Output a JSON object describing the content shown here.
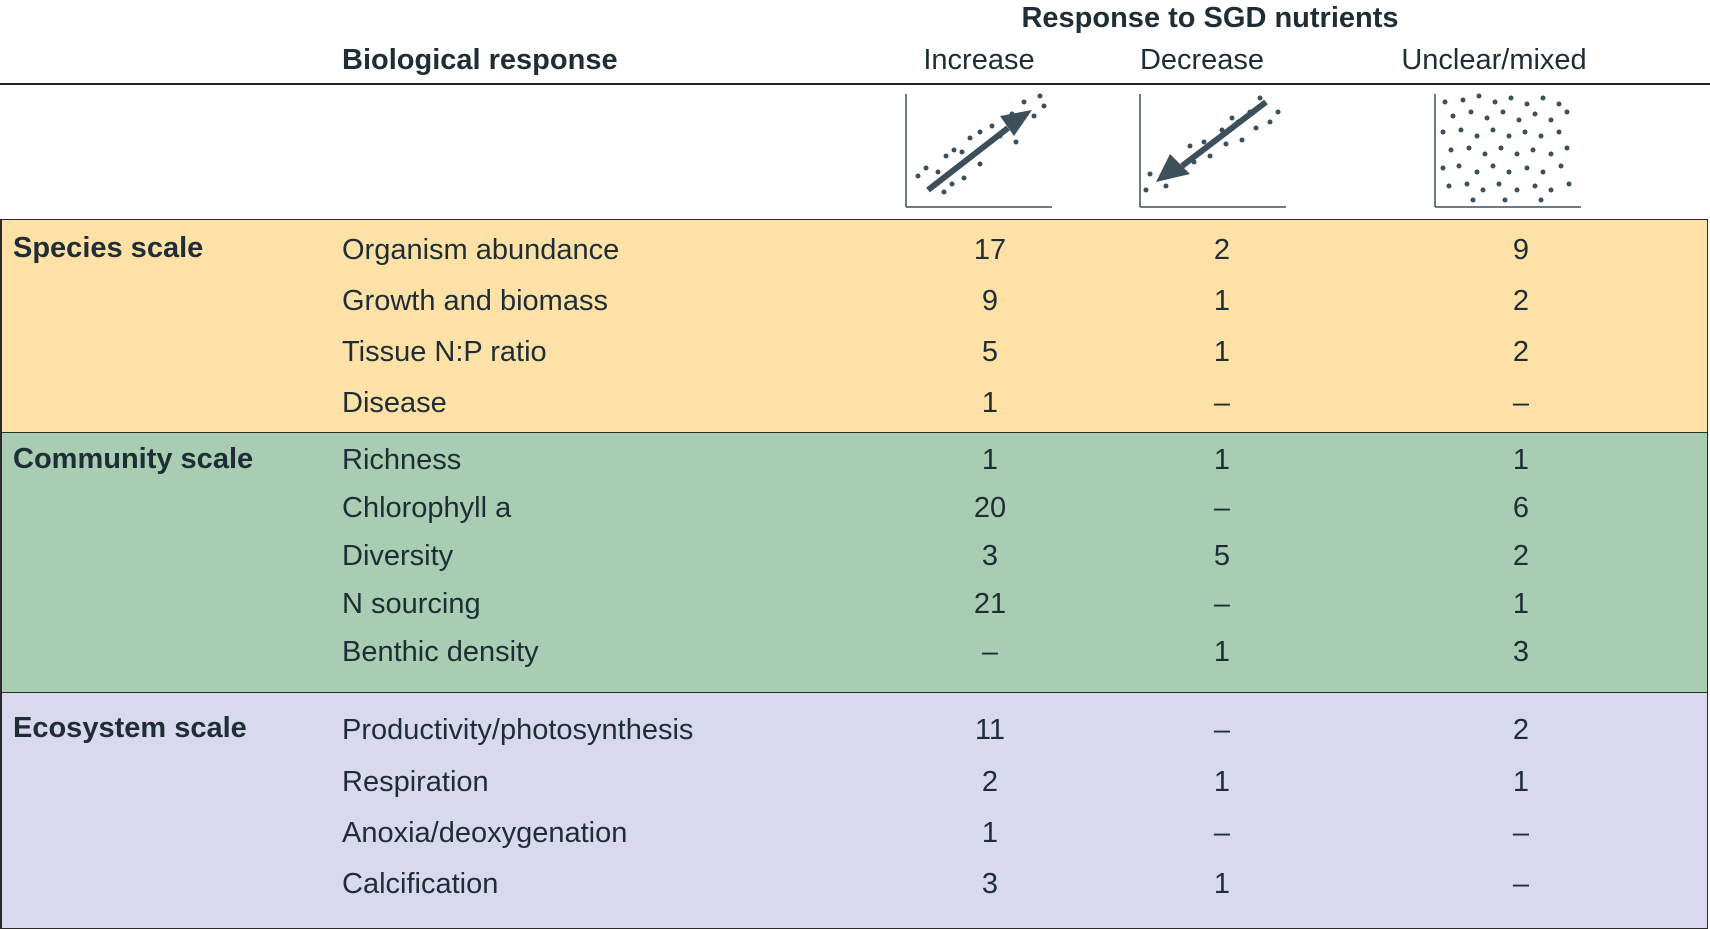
{
  "header": {
    "group_title": "Response to SGD nutrients",
    "biological_response": "Biological response",
    "columns": [
      "Increase",
      "Decrease",
      "Unclear/mixed"
    ],
    "icons": [
      "increase-trend-icon",
      "decrease-trend-icon",
      "scatter-mixed-icon"
    ]
  },
  "colors": {
    "species": "#fde1a6",
    "community": "#a8cdb2",
    "ecosystem": "#d8d8ee",
    "ink": "#3d4f5a"
  },
  "sections": [
    {
      "label": "Species scale",
      "rows": [
        {
          "name": "Organism abundance",
          "increase": "17",
          "decrease": "2",
          "unclear": "9"
        },
        {
          "name": "Growth and biomass",
          "increase": "9",
          "decrease": "1",
          "unclear": "2"
        },
        {
          "name": "Tissue N:P ratio",
          "increase": "5",
          "decrease": "1",
          "unclear": "2"
        },
        {
          "name": "Disease",
          "increase": "1",
          "decrease": "–",
          "unclear": "–"
        }
      ]
    },
    {
      "label": "Community scale",
      "rows": [
        {
          "name": "Richness",
          "increase": "1",
          "decrease": "1",
          "unclear": "1"
        },
        {
          "name": "Chlorophyll a",
          "increase": "20",
          "decrease": "–",
          "unclear": "6"
        },
        {
          "name": "Diversity",
          "increase": "3",
          "decrease": "5",
          "unclear": "2"
        },
        {
          "name": "N sourcing",
          "increase": "21",
          "decrease": "–",
          "unclear": "1"
        },
        {
          "name": "Benthic density",
          "increase": "–",
          "decrease": "1",
          "unclear": "3"
        }
      ]
    },
    {
      "label": "Ecosystem scale",
      "rows": [
        {
          "name": "Productivity/photosynthesis",
          "increase": "11",
          "decrease": "–",
          "unclear": "2"
        },
        {
          "name": "Respiration",
          "increase": "2",
          "decrease": "1",
          "unclear": "1"
        },
        {
          "name": "Anoxia/deoxygenation",
          "increase": "1",
          "decrease": "–",
          "unclear": "–"
        },
        {
          "name": "Calcification",
          "increase": "3",
          "decrease": "1",
          "unclear": "–"
        }
      ]
    }
  ]
}
